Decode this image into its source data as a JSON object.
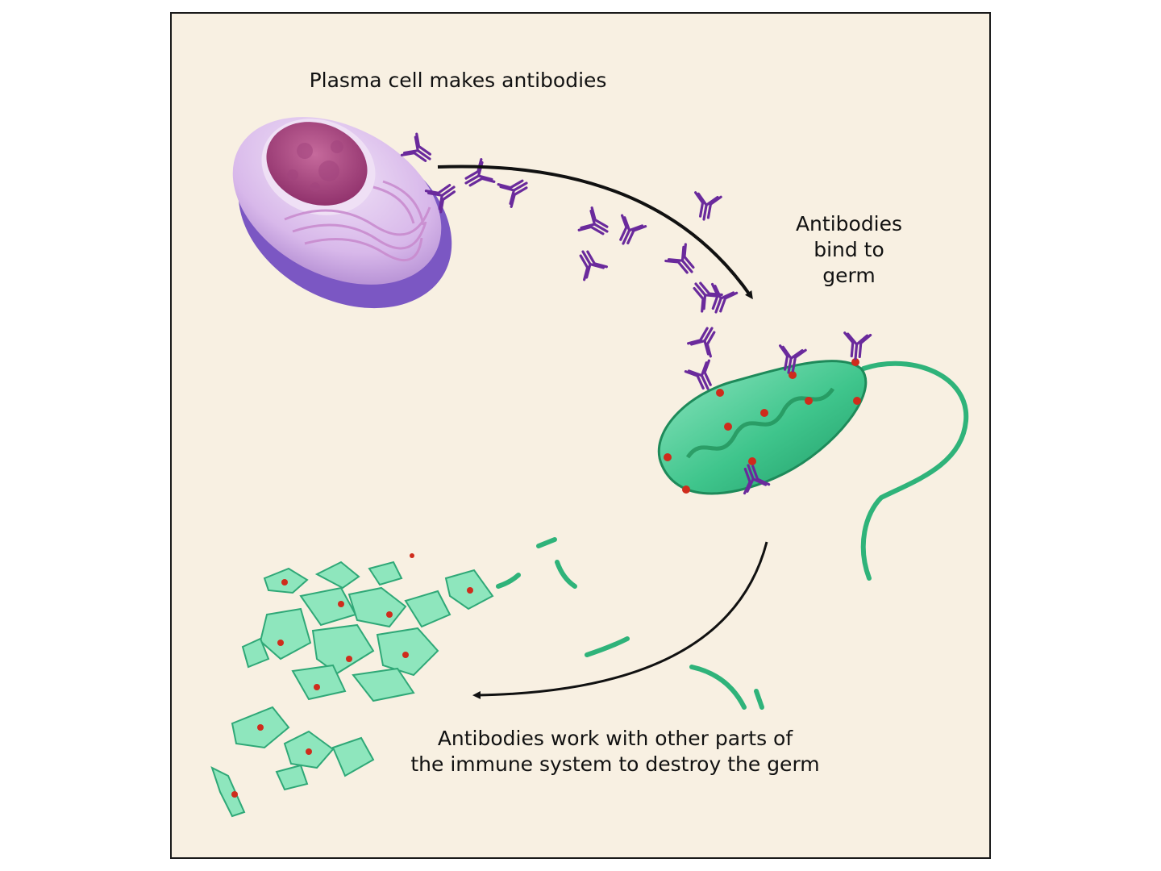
{
  "labels": {
    "step1": "Plasma cell makes antibodies",
    "step2_lines": [
      "Antibodies",
      "bind to",
      "germ"
    ],
    "step3_lines": [
      "Antibodies work with other parts of",
      "the immune system to destroy the germ"
    ]
  },
  "colors": {
    "background": "#f8f0e2",
    "border": "#1a1a1a",
    "plasma_cell": "#d7b4ea",
    "nucleus": "#b8578e",
    "antibody": "#6a2a9c",
    "germ": "#3fc58c",
    "antigen": "#cf2c1c",
    "arrow": "#111111"
  },
  "icons": [
    "plasma-cell-icon",
    "antibody-icon",
    "bacterium-icon",
    "antigen-icon",
    "bacterium-fragment-icon",
    "arrow-icon"
  ]
}
